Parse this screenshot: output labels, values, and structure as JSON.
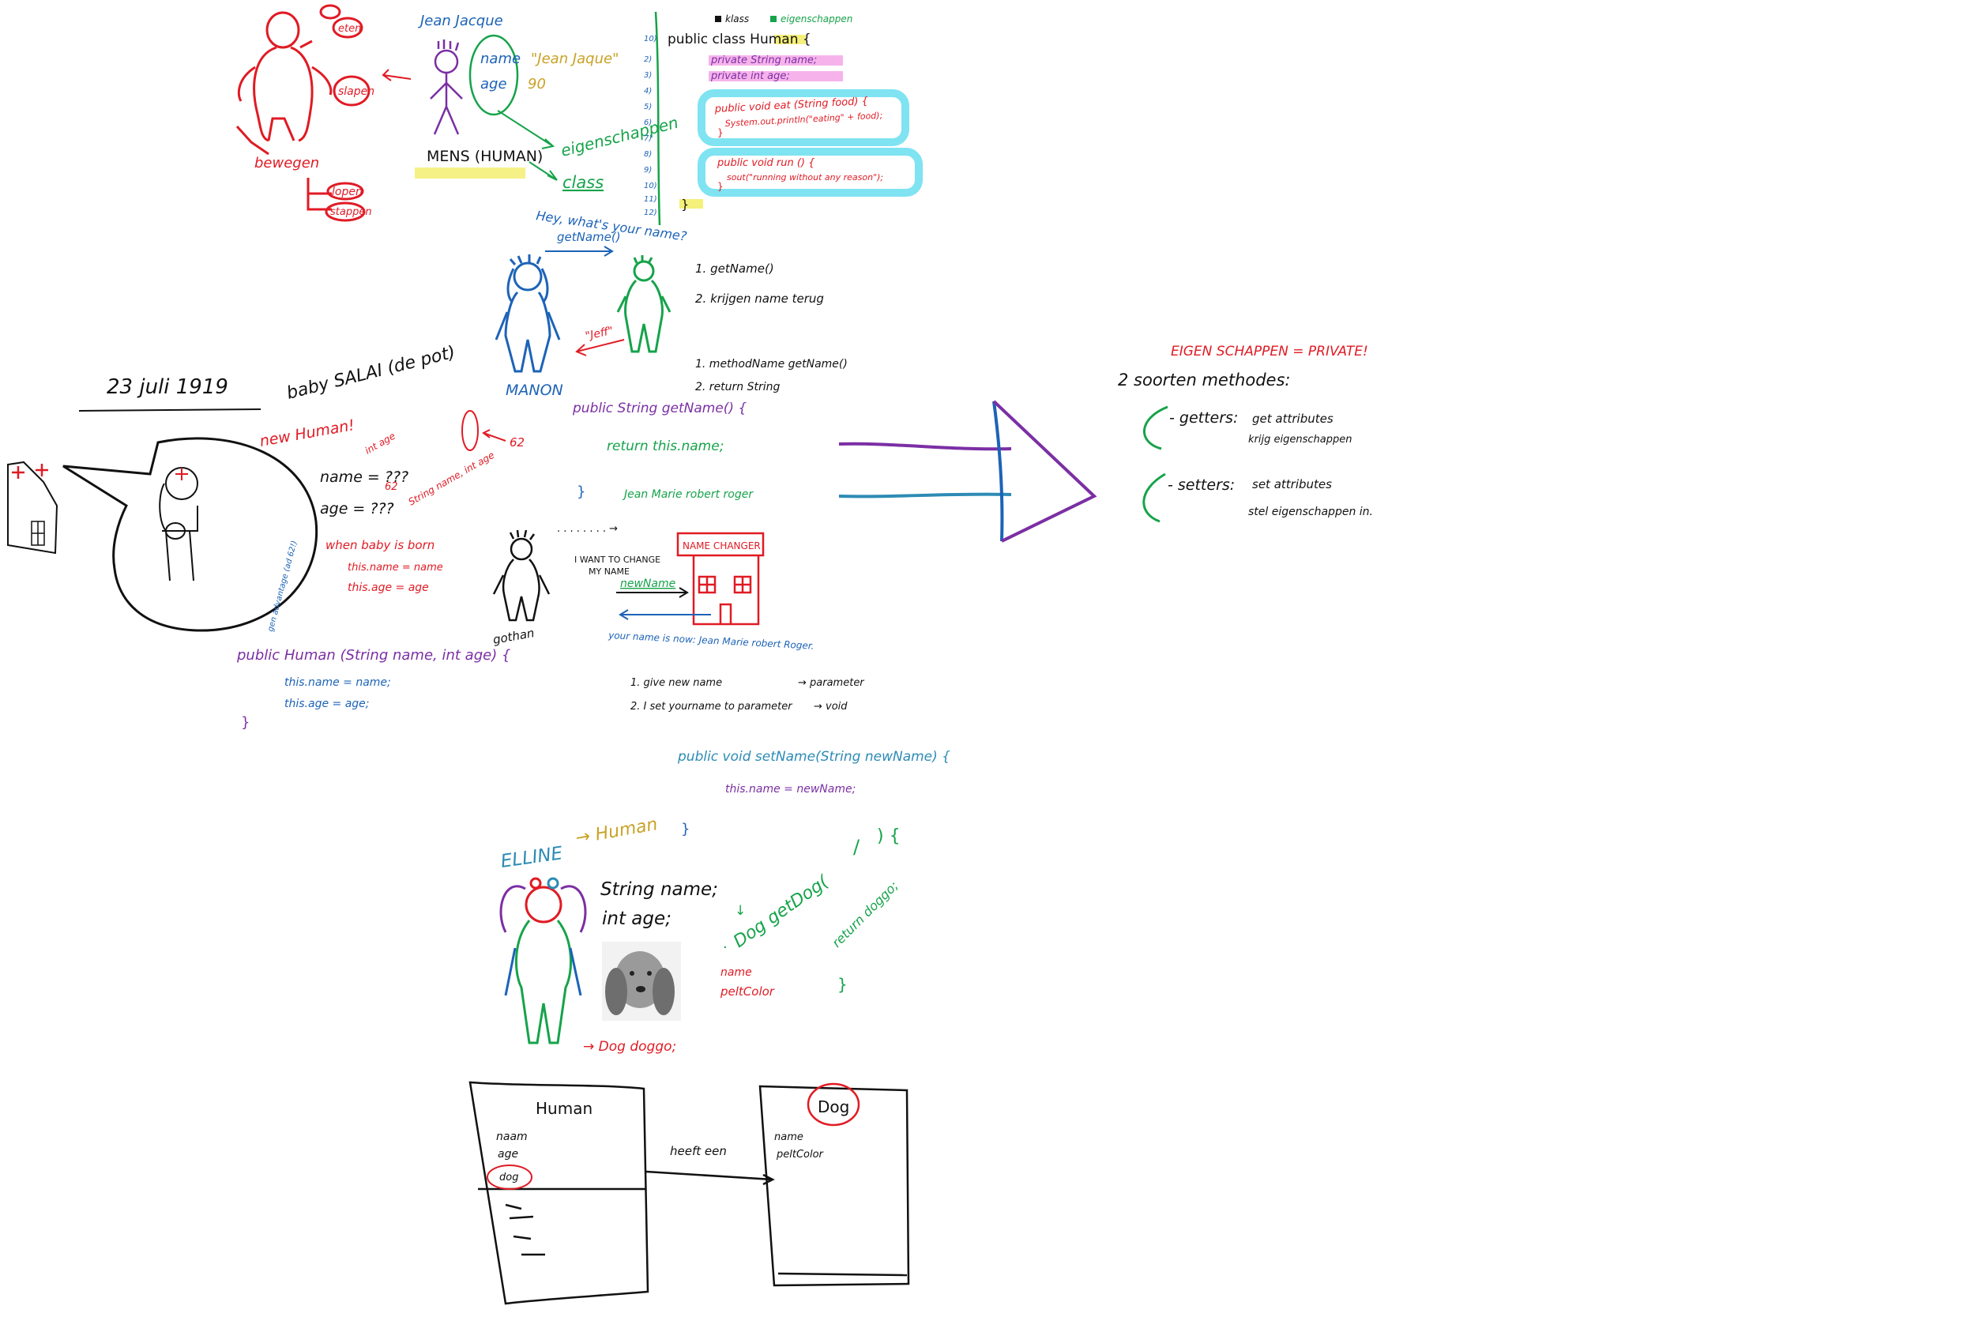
{
  "colors": {
    "red": "#e01b24",
    "blue": "#1c63b7",
    "green": "#16a34a",
    "purple": "#7b2fa4",
    "black": "#111111",
    "yellow_highlight": "#f5f07a",
    "pink_highlight": "#f4a6e8",
    "cyan_highlight": "#7fe3f2"
  },
  "top_left": {
    "bewegen": "bewegen",
    "lopen": "lopen",
    "slapen": "slapen",
    "eten": "eten",
    "stappen": "stappen",
    "jean_jacque": "Jean Jacque",
    "name_label": "name",
    "name_value": "\"Jean Jaque\"",
    "age_label": "age",
    "age_value": "90",
    "mens": "MENS (HUMAN)",
    "eigenschappen": "eigenschappen",
    "class": "class",
    "hey": "Hey, what's your name?",
    "getname_call": "getName()"
  },
  "code_class": {
    "legend_klass": "klass",
    "legend_eigenschappen": "eigenschappen",
    "line_numbers": [
      "10)",
      "2)",
      "3)",
      "4)",
      "5)",
      "6)",
      "7)",
      "8)",
      "9)",
      "10)",
      "11)",
      "12)"
    ],
    "header": "public class Human {",
    "field_name": "private String name;",
    "field_age": "private int age;",
    "eat_sig": "public void eat (String food) {",
    "eat_body": "System.out.println(\"eating\" + food);",
    "eat_close": "}",
    "run_sig": "public void run () {",
    "run_body": "sout(\"running without any reason\");",
    "run_close": "}",
    "class_close": "}"
  },
  "manon": {
    "name": "MANON",
    "jeff": "\"Jeff\"",
    "step1": "1. getName()",
    "step2": "2. krijgen name terug",
    "method_line": "1. methodName  getName()",
    "return_line": "2. return  String",
    "code_sig": "public String getName() {",
    "code_return": "return this.name;",
    "code_close": "}",
    "code_note": "Jean Marie robert roger"
  },
  "baby": {
    "date": "23 juli 1919",
    "title": "baby SALAI (de pot)",
    "new_human": "new Human!",
    "name_line": "name = ???",
    "age_line": "age = ???",
    "age_fix": "62",
    "int_age": "int age",
    "string_name": "String name, int age",
    "sixty_two": "62",
    "when_born": "when baby is born",
    "this_name": "this.name = name",
    "this_age": "this.age = age",
    "gen_note": "gen advantage (ad 62!)",
    "ctor_sig": "public Human (String name, int age) {",
    "ctor_name": "this.name = name;",
    "ctor_age": "this.age = age;",
    "ctor_close": "}"
  },
  "gothan": {
    "name": "gothan",
    "dots": ". . . . . . . . →",
    "want_line1": "I WANT TO CHANGE",
    "want_line2": "MY NAME",
    "new_name": "newName",
    "building": "NAME CHANGER",
    "reply": "your name is now: Jean Marie robert Roger.",
    "step1": "1. give new name",
    "step1_arrow": "→ parameter",
    "step2": "2. I set yourname to parameter",
    "step2_arrow": "→ void",
    "setter_sig": "public void setName(String newName) {",
    "setter_body": "this.name = newName;",
    "setter_close": "}"
  },
  "right": {
    "header": "EIGEN SCHAPPEN = PRIVATE!",
    "title": "2 soorten methodes:",
    "getters": "- getters:",
    "getters_desc1": "get attributes",
    "getters_desc2": "krijg eigenschappen",
    "setters": "- setters:",
    "setters_desc1": "set attributes",
    "setters_desc2": "stel eigenschappen in."
  },
  "elline": {
    "name": "ELLINE",
    "arrow_human": "→ Human",
    "string_name": "String name;",
    "int_age": "int age;",
    "dog_decl": "→ Dog doggo;",
    "getdog": "Dog getDog(",
    "getdog_close": ") {",
    "return": "return doggo;",
    "slash": "/",
    "close": "}",
    "pet_name": "name",
    "pet_color": "peltColor",
    "arrow_down": "↓",
    "dot": "."
  },
  "uml": {
    "human_title": "Human",
    "human_attr1": "naam",
    "human_attr2": "age",
    "human_attr3": "dog",
    "relation": "heeft een",
    "dog_title": "Dog",
    "dog_attr1": "name",
    "dog_attr2": "peltColor"
  }
}
